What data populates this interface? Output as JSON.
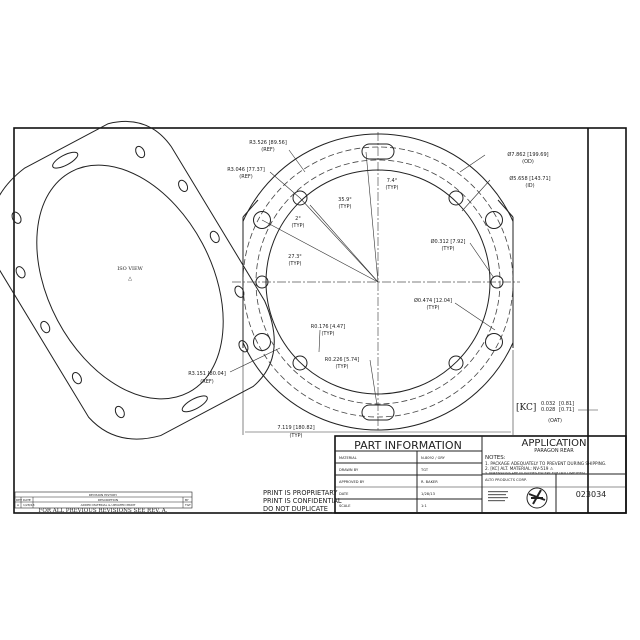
{
  "drawing": {
    "iso_label": "ISO VIEW",
    "dims": {
      "r3526": "R3.526 [89.56]",
      "r3526_sub": "(REF)",
      "r3046": "R3.046 [77.37]",
      "r3046_sub": "(REF)",
      "a74": "7.4°",
      "a74_sub": "(TYP)",
      "a359": "35.9°",
      "a359_sub": "(TYP)",
      "a2": "2°",
      "a2_sub": "(TYP)",
      "a273": "27.3°",
      "a273_sub": "(TYP)",
      "od": "Ø7.862 [199.69]",
      "od_sub": "(OD)",
      "id": "Ø5.658 [143.71]",
      "id_sub": "(ID)",
      "h312": "Ø0.312 [7.92]",
      "h312_sub": "(TYP)",
      "h474": "Ø0.474 [12.04]",
      "h474_sub": "(TYP)",
      "r176": "R0.176 [4.47]",
      "r176_sub": "(TYP)",
      "r226": "R0.226 [5.74]",
      "r226_sub": "(TYP)",
      "r3151": "R3.151 [80.04]",
      "r3151_sub": "(REF)",
      "w7119": "7.119 [180.82]",
      "w7119_sub": "(TYP)",
      "kc": "[KC]",
      "kc_top": "0.032",
      "kc_bot": "0.028",
      "kc_top_mm": "[0.81]",
      "kc_bot_mm": "[0.71]",
      "kc_sub": "(OAT)"
    }
  },
  "part_info": {
    "title": "PART INFORMATION",
    "rows": [
      {
        "label": "MATERIAL",
        "value": "N-8092 / GRY"
      },
      {
        "label": "DRAWN BY",
        "value": "TGT"
      },
      {
        "label": "APPROVED BY",
        "value": "R. BAKER"
      },
      {
        "label": "DATE",
        "value": "1/28/13"
      },
      {
        "label": "SCALE",
        "value": "1:1"
      }
    ]
  },
  "application": {
    "title": "APPLICATION",
    "subtitle": "PARAGON REAR",
    "notes_label": "NOTES:",
    "notes": [
      "1. PACKAGE ADEQUATELY TO PREVENT DURING SHIPPING.",
      "2. [KC] ALT. MATERIAL: NV-519 ⚠",
      "3. DIMENSIONS ARE IN INCHES EXCEPT FOR [MILLIMETERS]."
    ],
    "company": "ALTO PRODUCTS CORP.",
    "part_number": "023034"
  },
  "disclaimer": [
    "PRINT IS PROPRIETARY",
    "PRINT IS CONFIDENTIAL",
    "DO NOT DUPLICATE"
  ],
  "revision": {
    "title": "REVISION HISTORY",
    "headers": [
      "REV",
      "DATE",
      "DESCRIPTION",
      "BY"
    ],
    "row": [
      "A",
      "1/28/13",
      "ADDED MATERIAL & UPDATED PRINT",
      "TGT"
    ],
    "footer": "FOR ALL PREVIOUS REVISIONS SEE REV. A."
  }
}
